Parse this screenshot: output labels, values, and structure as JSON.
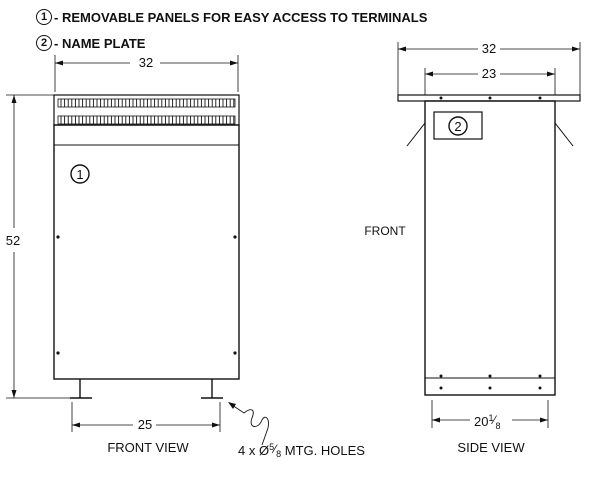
{
  "notes": [
    {
      "num": "1",
      "text": "- REMOVABLE PANELS FOR EASY ACCESS TO TERMINALS"
    },
    {
      "num": "2",
      "text": "- NAME PLATE"
    }
  ],
  "front_view": {
    "width_dim": "32",
    "height_dim": "52",
    "base_dim": "25",
    "callout_num": "1",
    "caption": "FRONT VIEW"
  },
  "holes_note": {
    "prefix": "4 x Ø",
    "frac_num": "5",
    "frac_den": "8",
    "suffix": " MTG. HOLES"
  },
  "side_view": {
    "width_dim": "32",
    "inner_dim": "23",
    "base_dim_whole": "20",
    "base_frac_num": "1",
    "base_frac_den": "8",
    "callout_num": "2",
    "front_label": "FRONT",
    "caption": "SIDE VIEW"
  }
}
